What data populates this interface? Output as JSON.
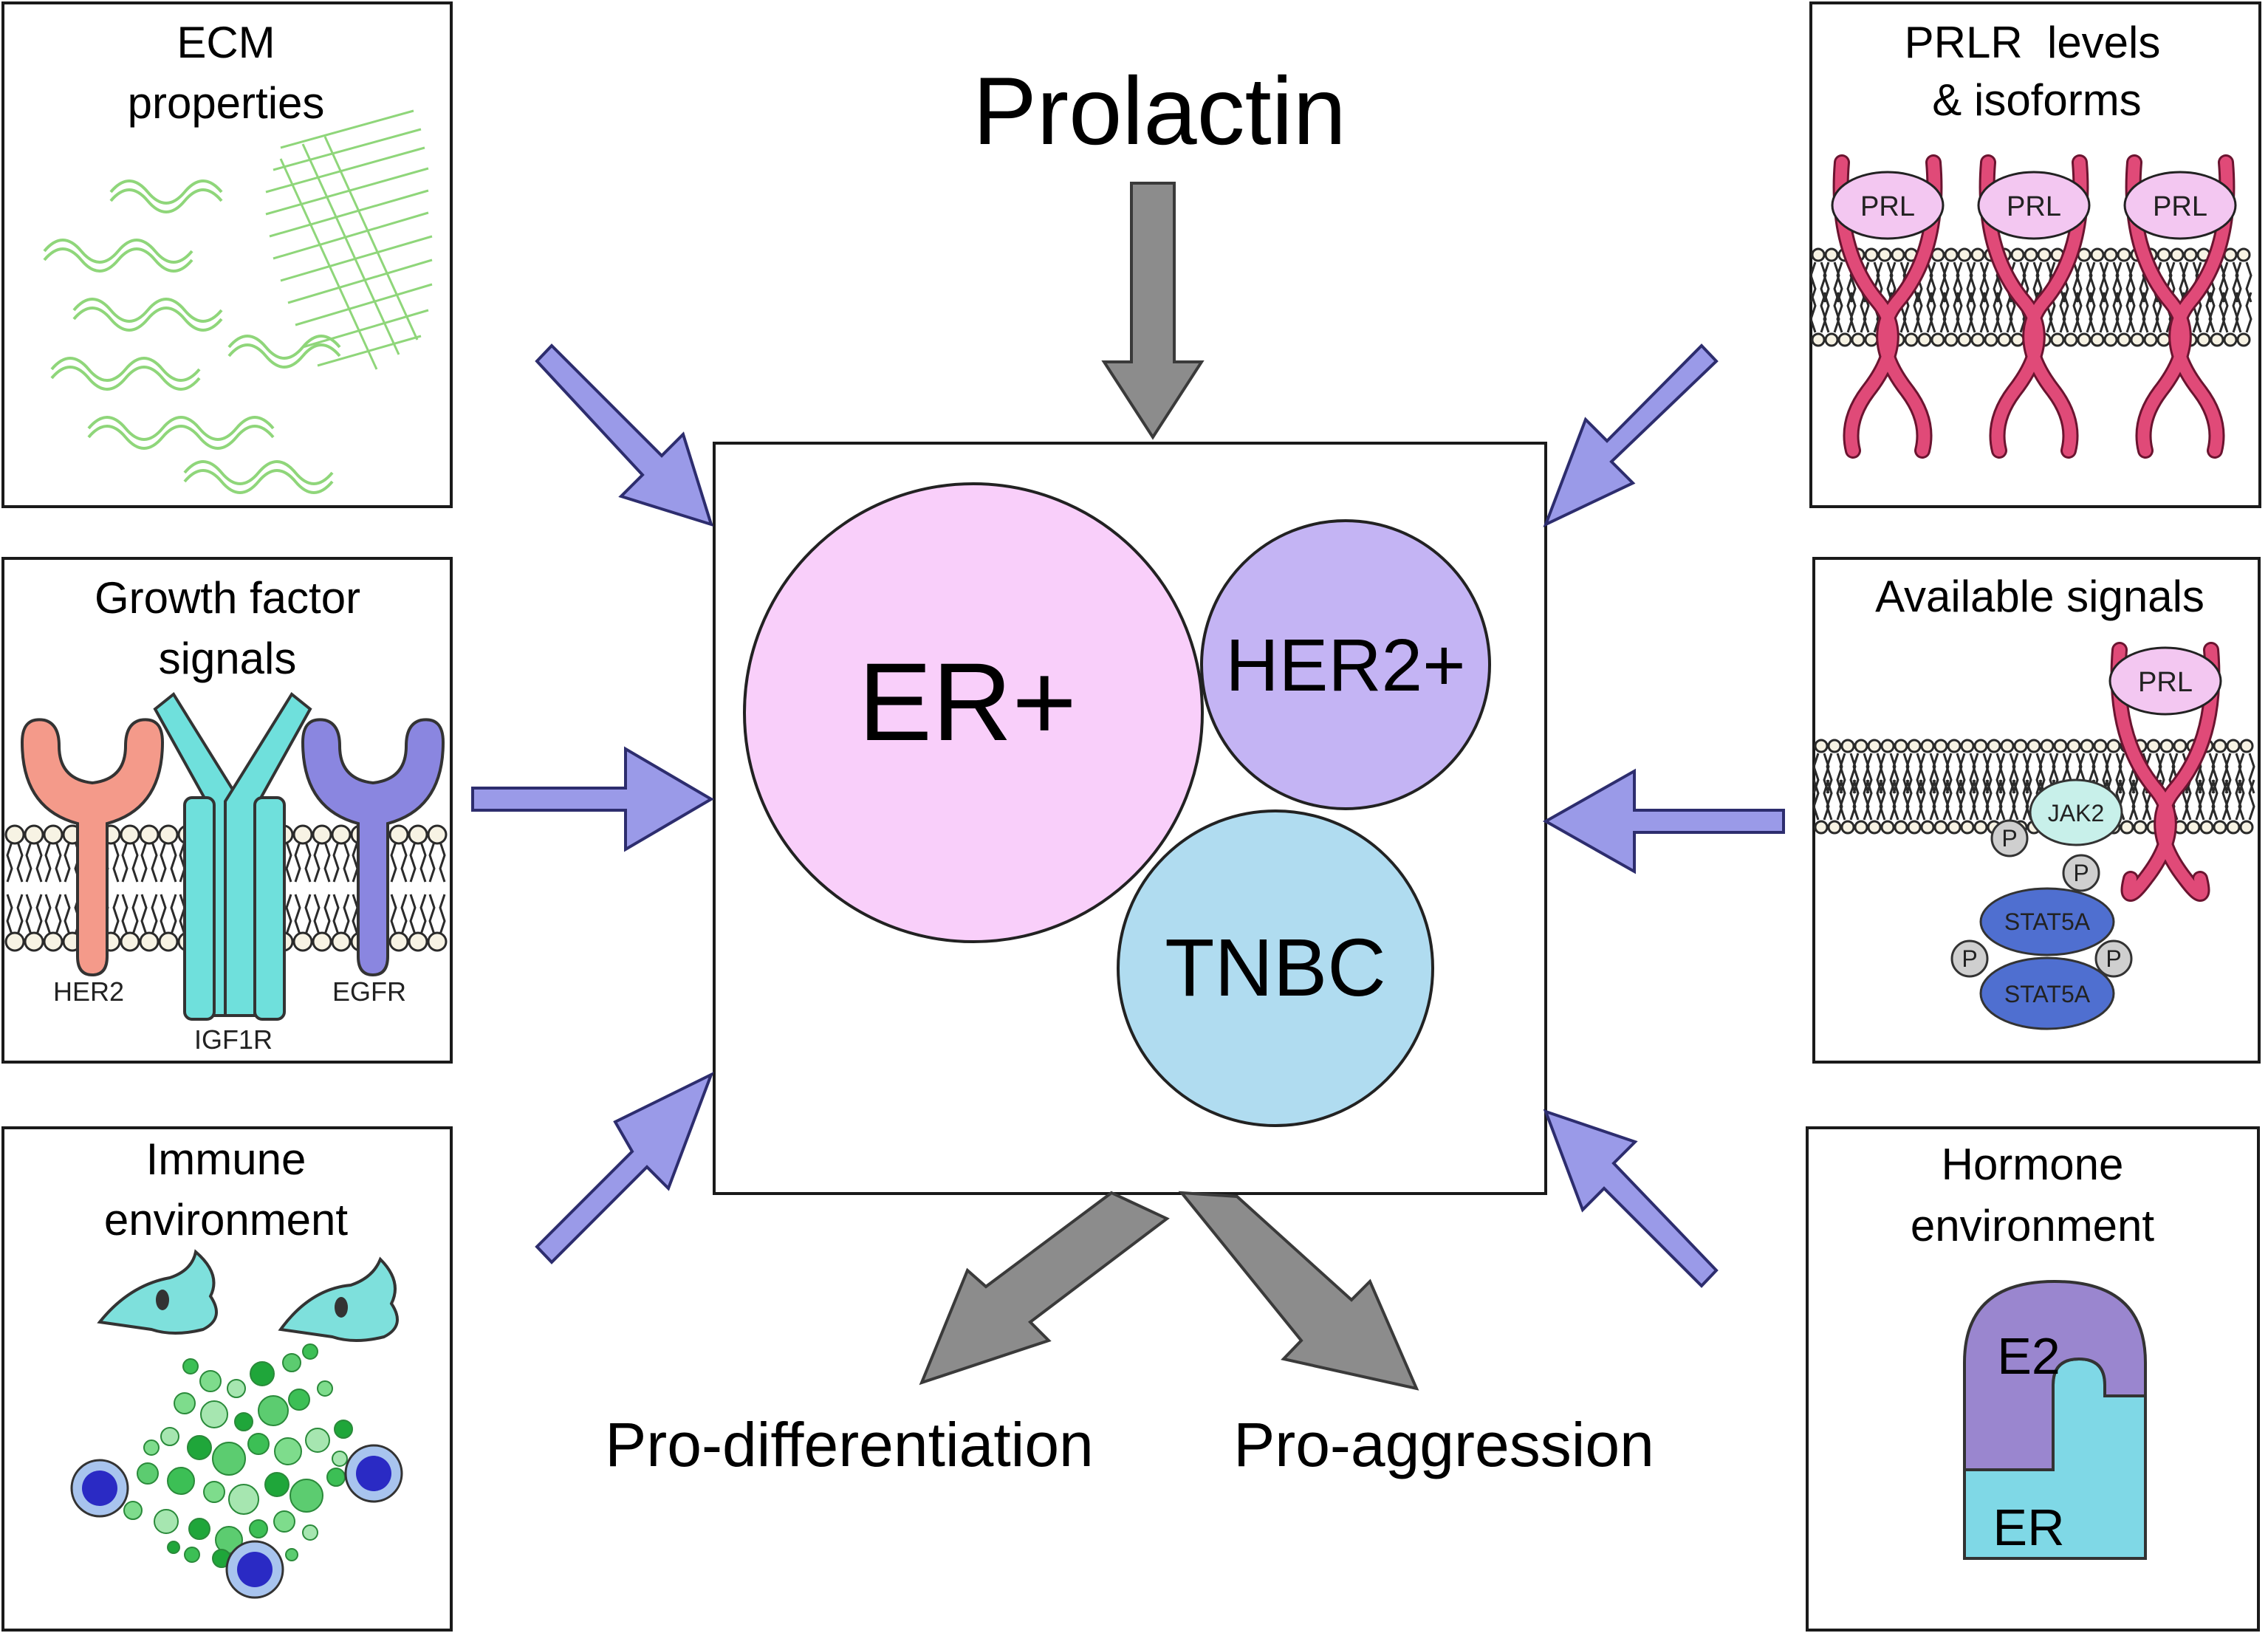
{
  "title": "Prolactin",
  "subtypes": {
    "er_positive": "ER+",
    "her2_positive": "HER2+",
    "tnbc": "TNBC"
  },
  "outcomes": {
    "pro_differentiation": "Pro-differentiation",
    "pro_aggression": "Pro-aggression"
  },
  "panels": {
    "ecm": {
      "title_line1": "ECM",
      "title_line2": "properties"
    },
    "growth": {
      "title_line1": "Growth factor",
      "title_line2": "signals",
      "labels": {
        "her2": "HER2",
        "igf1r": "IGF1R",
        "egfr": "EGFR"
      }
    },
    "immune": {
      "title_line1": "Immune",
      "title_line2": "environment"
    },
    "prlr": {
      "title_line1": "PRLR  levels",
      "title_line2": "& isoforms",
      "prl": "PRL"
    },
    "signals": {
      "title": "Available signals",
      "prl": "PRL",
      "jak2": "JAK2",
      "p": "P",
      "stat5a": "STAT5A"
    },
    "hormone": {
      "title_line1": "Hormone",
      "title_line2": "environment",
      "e2": "E2",
      "er": "ER"
    }
  },
  "colors": {
    "er_circle": "#f9cffa",
    "her2_circle": "#c4b4f4",
    "tnbc_circle": "#b0dcf0",
    "blue_arrow": "#9a9ae8",
    "gray_arrow": "#8c8c8c",
    "prlr_receptor": "#e04a78",
    "prl_oval": "#f3c7f1",
    "her2_receptor": "#f49a8a",
    "igf1r_receptor": "#6fe0dc",
    "egfr_receptor": "#8a86e0",
    "stat5a": "#4f6fd0",
    "jak2": "#c8f0ea",
    "e2": "#9a86cf",
    "er": "#7fd8e6",
    "ecm_fiber": "#8fd67a",
    "immune_cell": "#7ee0dc",
    "cytokine": "#3cbf55"
  }
}
